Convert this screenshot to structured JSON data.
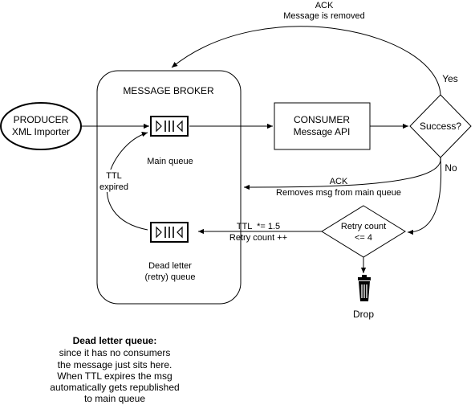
{
  "broker": {
    "title": "MESSAGE BROKER"
  },
  "producer": {
    "line1": "PRODUCER",
    "line2": "XML Importer"
  },
  "consumer": {
    "line1": "CONSUMER",
    "line2": "Message API"
  },
  "main_queue": {
    "label": "Main queue"
  },
  "dead_letter_queue": {
    "line1": "Dead letter",
    "line2": "(retry) queue"
  },
  "ttl_expired": {
    "line1": "TTL",
    "line2": "expired"
  },
  "success": {
    "label": "Success?"
  },
  "ack_top": {
    "line1": "ACK",
    "line2": "Message is removed"
  },
  "yes": {
    "label": "Yes"
  },
  "no": {
    "label": "No"
  },
  "ack_mid": {
    "line1": "ACK",
    "line2": "Removes msg from main queue"
  },
  "retry_decision": {
    "line1": "Retry count",
    "line2": "<= 4"
  },
  "ttl_update": {
    "line1": "TTL  *= 1.5",
    "line2": "Retry count ++"
  },
  "drop": {
    "label": "Drop"
  },
  "note": {
    "title": "Dead letter queue:",
    "lines": [
      "since it has no consumers",
      "the message just sits here.",
      "When TTL expires the msg",
      "automatically gets republished",
      "to main queue"
    ]
  }
}
